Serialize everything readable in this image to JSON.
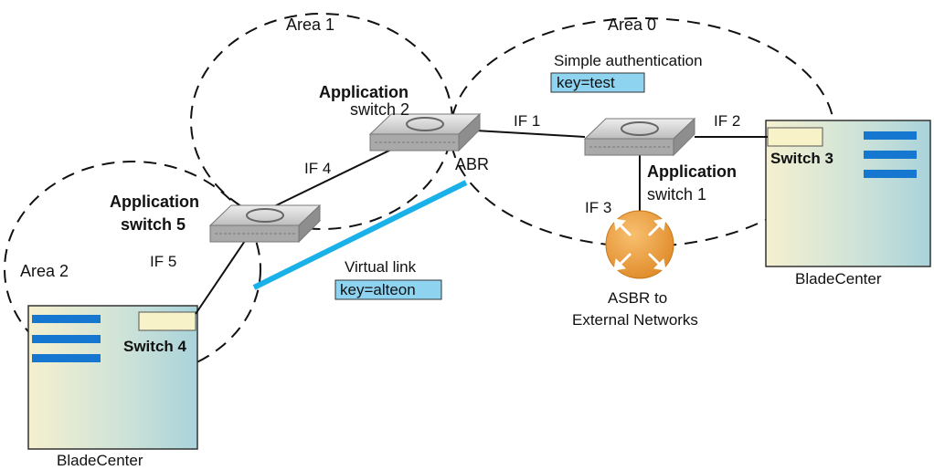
{
  "areas": {
    "area0": "Area 0",
    "area1": "Area 1",
    "area2": "Area 2"
  },
  "auth": {
    "title": "Simple authentication",
    "key": "key=test"
  },
  "virtual_link": {
    "title": "Virtual link",
    "key": "key=alteon"
  },
  "switches": {
    "s2_line1": "Application",
    "s2_line2": "switch 2",
    "s1_line1": "Application",
    "s1_line2": "switch 1",
    "s5_line1": "Application",
    "s5_line2": "switch 5"
  },
  "abr": "ABR",
  "asbr": {
    "line1": "ASBR to",
    "line2": "External Networks"
  },
  "interfaces": {
    "if1": "IF 1",
    "if2": "IF 2",
    "if3": "IF 3",
    "if4": "IF 4",
    "if5": "IF 5"
  },
  "bladecenter_right": {
    "switch_label": "Switch 3",
    "caption": "BladeCenter"
  },
  "bladecenter_left": {
    "switch_label": "Switch 4",
    "caption": "BladeCenter"
  },
  "colors": {
    "virtual_link": "#1ab0e8",
    "key_box": "#8ed3f0",
    "router": "#f0a040",
    "switch_body": "#c9c9c9",
    "bay_bar": "#1577d0",
    "switch_slot": "#f8f2c8"
  }
}
